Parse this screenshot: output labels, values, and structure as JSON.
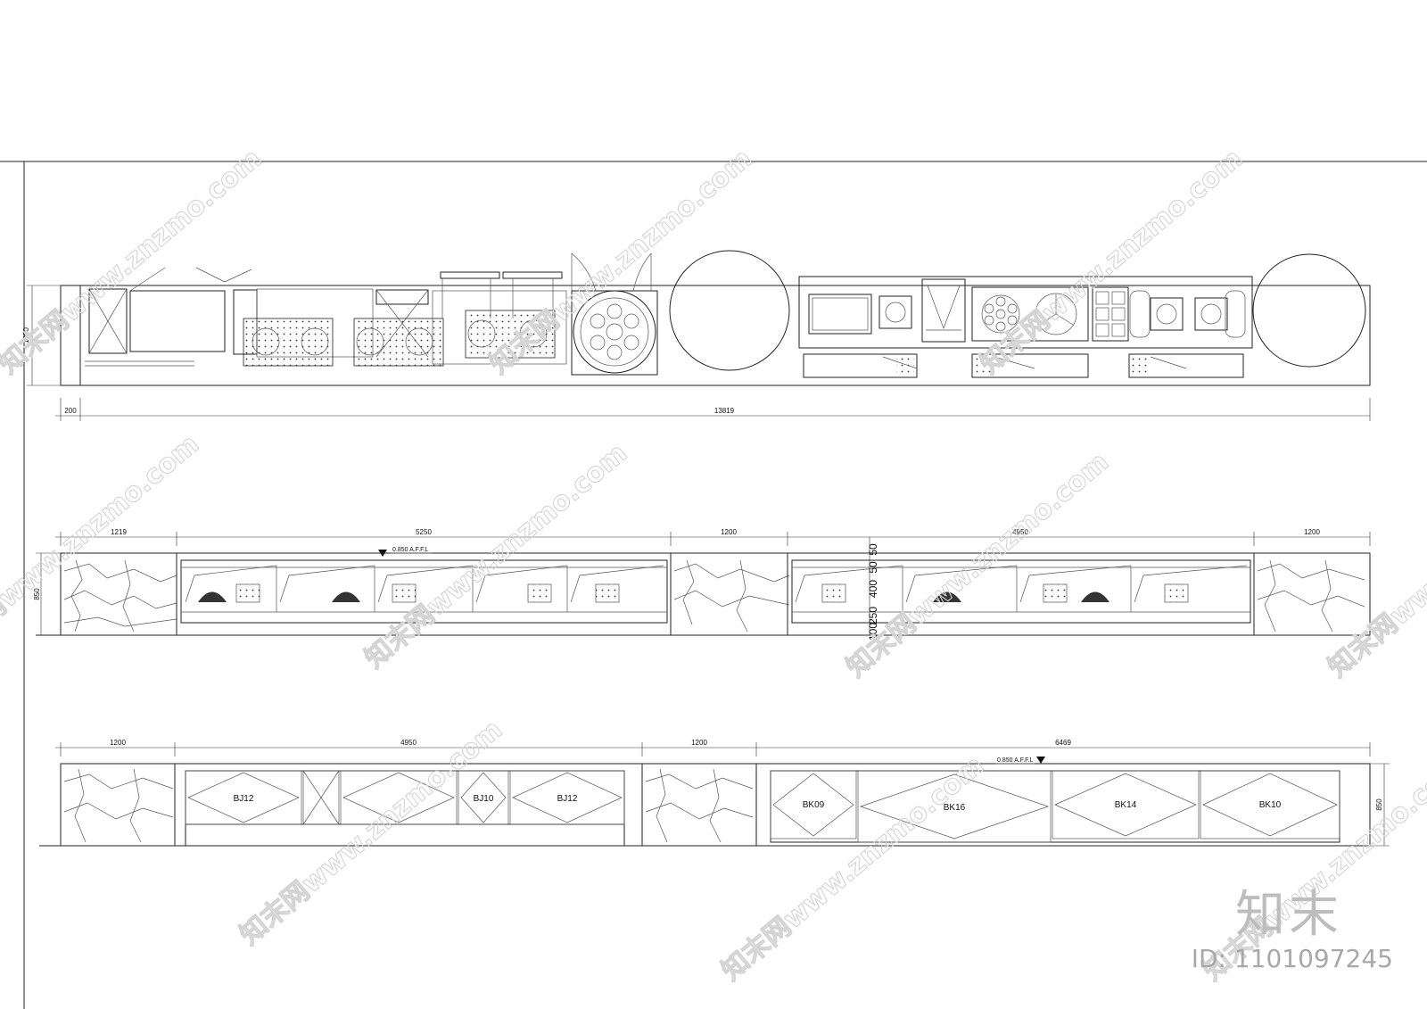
{
  "plan": {
    "dims": {
      "left_height": "1050",
      "offset": "200",
      "total_length": "13819"
    }
  },
  "front_elevation": {
    "dims": [
      "1219",
      "5250",
      "1200",
      "4950",
      "1200"
    ],
    "height": "850",
    "level_label": "0.850 A.F.F.L",
    "vertical_dims": [
      "50",
      "50",
      "400",
      "250",
      "100"
    ]
  },
  "rear_elevation": {
    "dims": [
      "1200",
      "4950",
      "1200",
      "6469"
    ],
    "height": "850",
    "level_label": "0.850 A.F.F.L",
    "panels": [
      "BJ12",
      "BJ10",
      "BJ12",
      "BK09",
      "BK16",
      "BK14",
      "BK10"
    ]
  },
  "watermark": {
    "text": "知末网www.znzmo.com",
    "brand": "知末",
    "id_label": "ID: 1101097245"
  }
}
